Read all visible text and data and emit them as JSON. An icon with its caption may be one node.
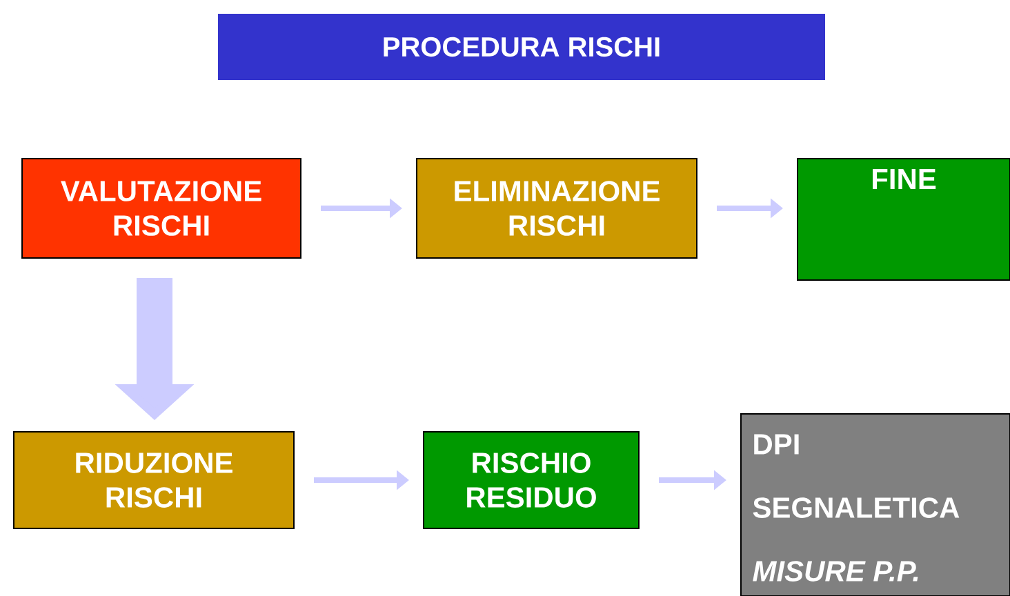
{
  "diagram": {
    "title": "PROCEDURA RISCHI",
    "nodes": [
      {
        "text": [
          "VALUTAZIONE RISCHI"
        ]
      },
      {
        "text": [
          "ELIMINAZIONE RISCHI"
        ]
      },
      {
        "text": [
          "FINE"
        ]
      },
      {
        "text": [
          "RIDUZIONE RISCHI"
        ]
      },
      {
        "text": [
          "RISCHIO RESIDUO"
        ]
      },
      {
        "text": [
          "DPI",
          "SEGNALETICA",
          "MISURE P.P."
        ]
      }
    ],
    "edges": [
      {
        "from": 0,
        "to": 1,
        "arrow": "to"
      },
      {
        "from": 1,
        "to": 2,
        "arrow": "to"
      },
      {
        "from": 0,
        "to": 3,
        "arrow": "to",
        "style": "thick"
      },
      {
        "from": 3,
        "to": 4,
        "arrow": "to"
      },
      {
        "from": 4,
        "to": 5,
        "arrow": "to"
      }
    ]
  }
}
